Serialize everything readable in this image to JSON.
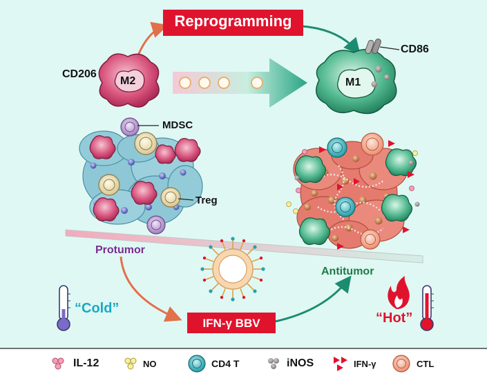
{
  "labels": {
    "reprogramming": "Reprogramming",
    "cd206": "CD206",
    "m2": "M2",
    "m1": "M1",
    "cd86": "CD86",
    "mdsc": "MDSC",
    "treg": "Treg",
    "protumor": "Protumor",
    "antitumor": "Antitumor",
    "cold": "“Cold”",
    "hot": "“Hot”",
    "ifn_bbv": "IFN-γ BBV"
  },
  "legend": [
    {
      "key": "il12",
      "label": "IL-12"
    },
    {
      "key": "no",
      "label": "NO"
    },
    {
      "key": "cd4t",
      "label": "CD4 T"
    },
    {
      "key": "inos",
      "label": "iNOS"
    },
    {
      "key": "ifng",
      "label": "IFN-γ"
    },
    {
      "key": "ctl",
      "label": "CTL"
    }
  ],
  "colors": {
    "background": "#dff8f4",
    "red_box": "#e0132d",
    "orange_arrow": "#e2704a",
    "teal_arrow": "#1c8c70",
    "purple_text": "#7a2d8f",
    "green_text": "#1e7a4a",
    "cold_text": "#19a9c4",
    "hot_text": "#e0132d",
    "m2_cell": "#c43c66",
    "m1_cell": "#34a57a",
    "tumor_blue": "#8ec7d6",
    "tumor_red": "#e57b6e"
  }
}
